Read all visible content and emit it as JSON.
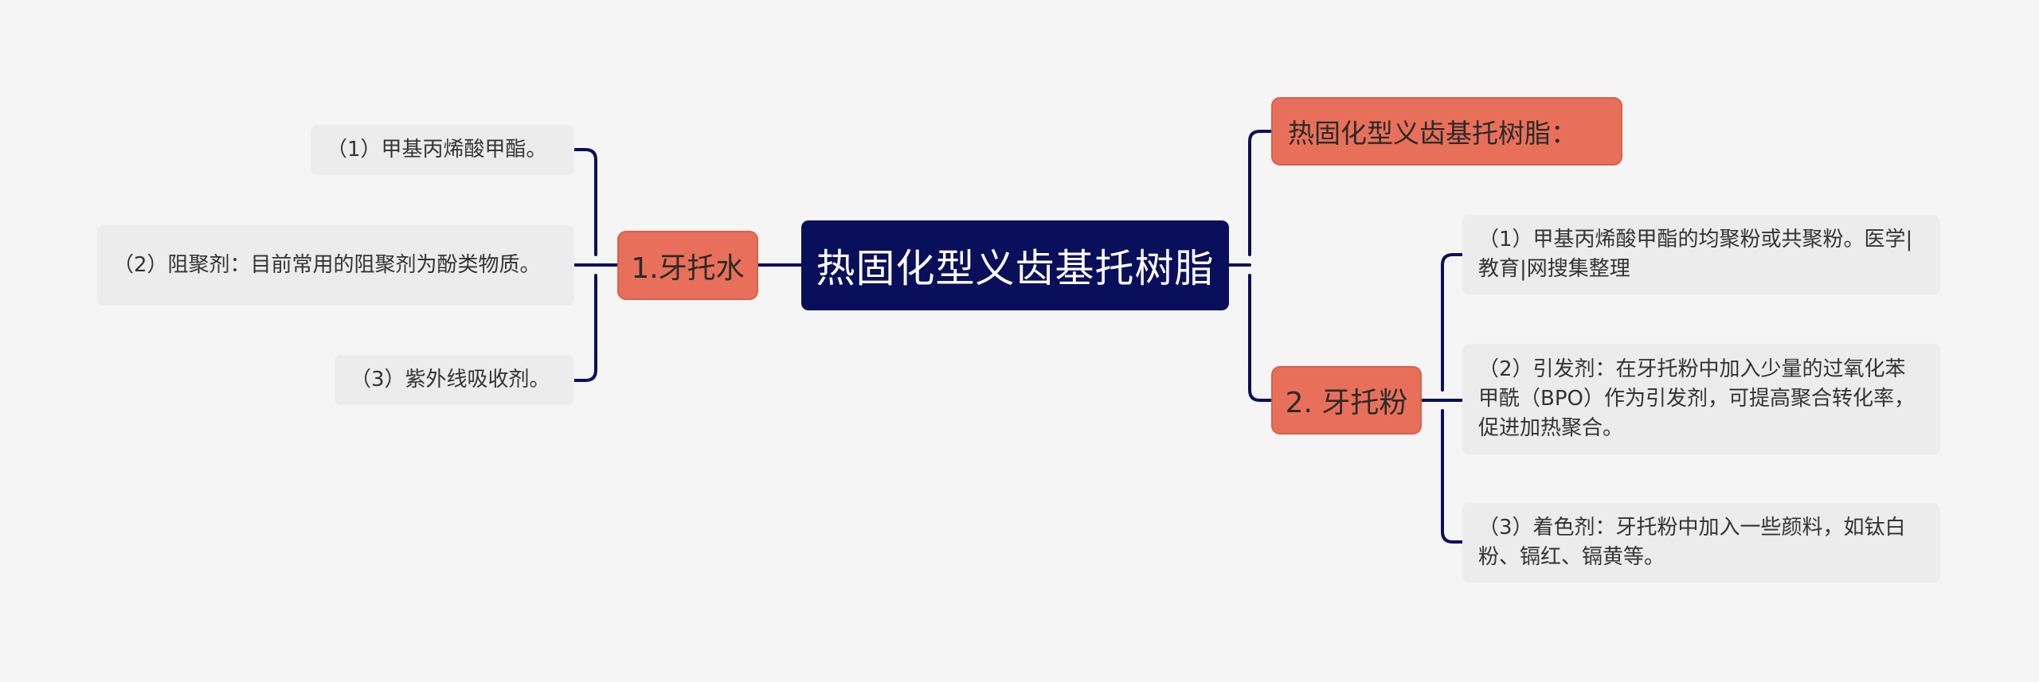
{
  "diagram": {
    "type": "mind-map",
    "colors": {
      "background": "#f5f5f5",
      "root_fill": "#0a0f5c",
      "branch_fill": "#e8705a",
      "leaf_fill": "#ececec",
      "connector": "#0a0f5c"
    },
    "root": {
      "label": "热固化型义齿基托树脂"
    },
    "left_branch": {
      "label": "1.牙托水",
      "leaves": [
        {
          "text": "（1）甲基丙烯酸甲酯。"
        },
        {
          "text": "（2）阻聚剂：目前常用的阻聚剂为酚类物质。"
        },
        {
          "text": "（3）紫外线吸收剂。"
        }
      ]
    },
    "right_top_branch": {
      "label": "热固化型义齿基托树脂："
    },
    "right_branch": {
      "label": "2. 牙托粉",
      "leaves": [
        {
          "text": "（1）甲基丙烯酸甲酯的均聚粉或共聚粉。医学|教育|网搜集整理"
        },
        {
          "text": "（2）引发剂：在牙托粉中加入少量的过氧化苯甲酰（BPO）作为引发剂，可提高聚合转化率，促进加热聚合。"
        },
        {
          "text": "（3）着色剂：牙托粉中加入一些颜料，如钛白粉、镉红、镉黄等。"
        }
      ]
    }
  }
}
